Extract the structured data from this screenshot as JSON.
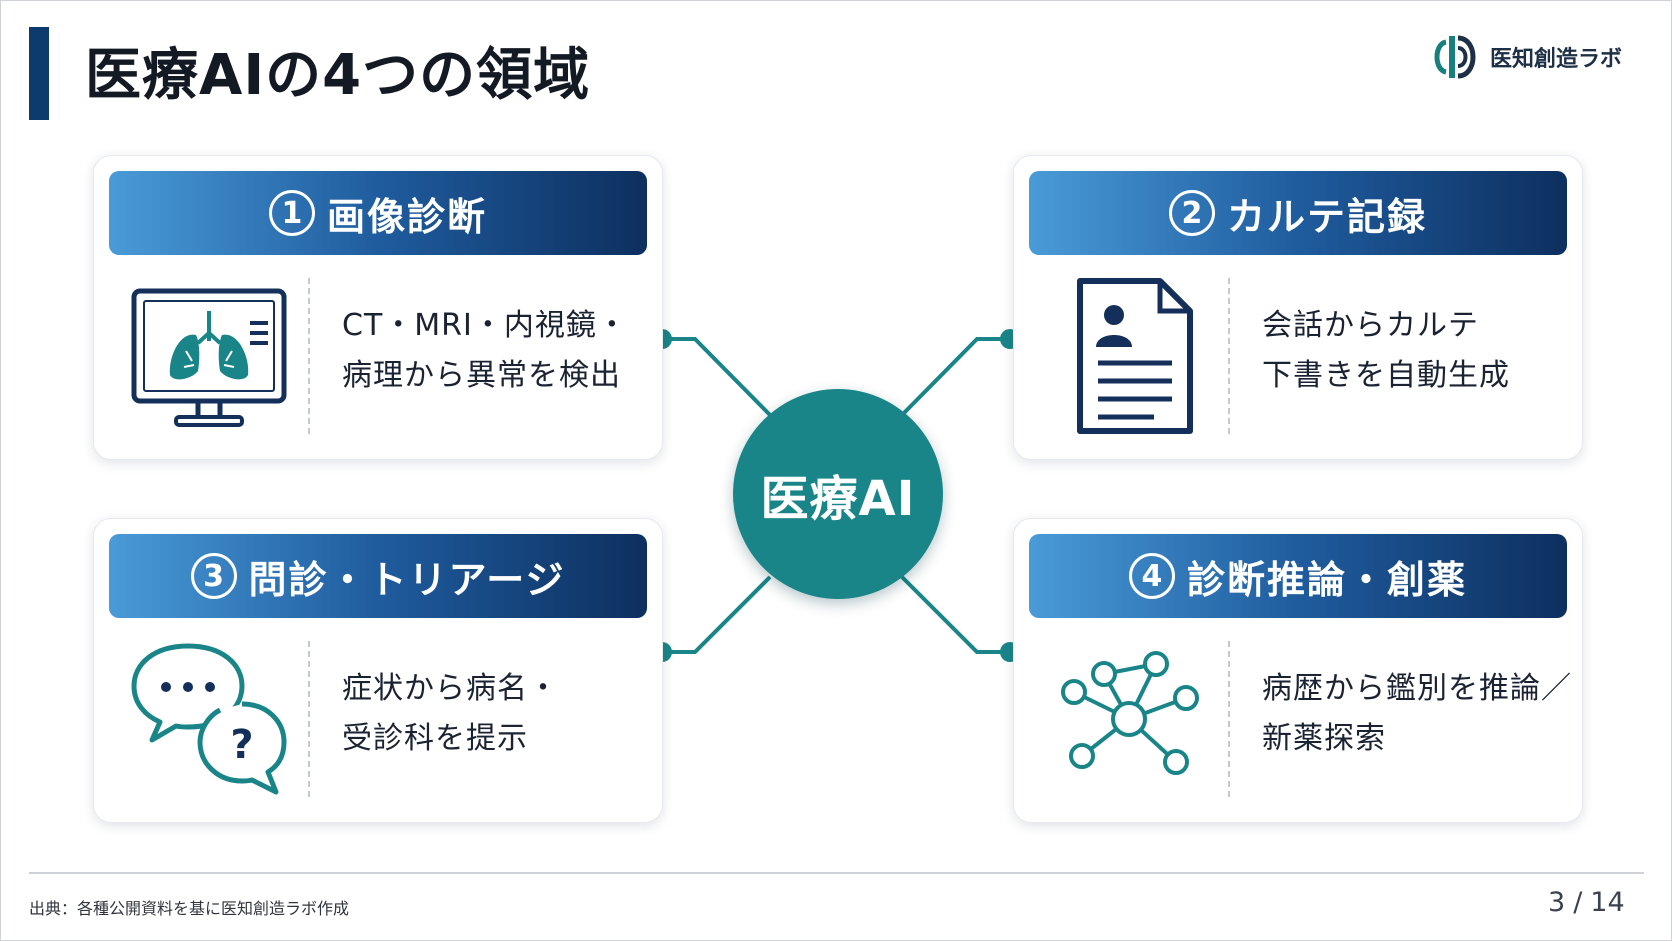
{
  "slide": {
    "title": "医療AIの4つの領域",
    "logo_text": "医知創造ラボ",
    "logo_icon": "brand-mark-icon",
    "center_label": "医療AI",
    "cards": [
      {
        "number": "1",
        "title": "画像診断",
        "lines": [
          "CT・MRI・内視鏡・",
          "病理から異常を検出"
        ],
        "icon": "monitor-lungs-icon"
      },
      {
        "number": "2",
        "title": "カルテ記録",
        "lines": [
          "会話からカルテ",
          "下書きを自動生成"
        ],
        "icon": "patient-document-icon"
      },
      {
        "number": "3",
        "title": "問診・トリアージ",
        "lines": [
          "症状から病名・",
          "受診科を提示"
        ],
        "icon": "chat-bubbles-icon"
      },
      {
        "number": "4",
        "title": "診断推論・創薬",
        "lines": [
          "病歴から鑑別を推論／",
          "新薬探索"
        ],
        "icon": "molecule-network-icon"
      }
    ],
    "footer_note": "出典：各種公開資料を基に医知創造ラボ作成",
    "page_current": "3",
    "page_separator": "/",
    "page_total": "14"
  },
  "colors": {
    "title_bar": "#0e3b6e",
    "header_gradient_start": "#4a9bd8",
    "header_gradient_end": "#0d2f5f",
    "accent_teal": "#1a8588",
    "icon_navy": "#14305a"
  }
}
